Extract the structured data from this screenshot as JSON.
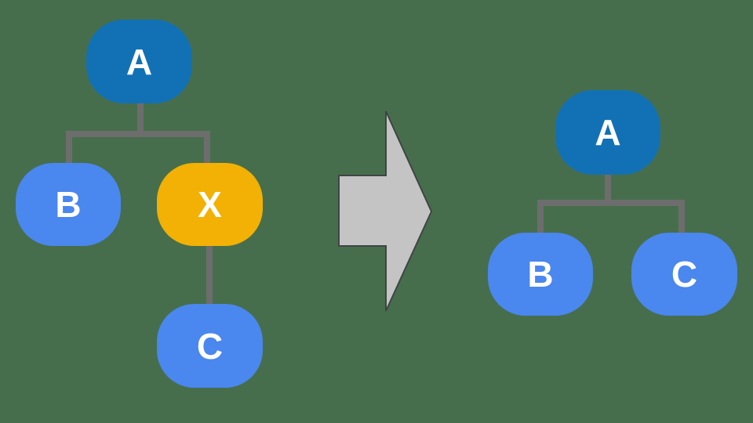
{
  "colors": {
    "bg": "#476e4c",
    "root": "#1271b5",
    "child": "#4a87ee",
    "removed": "#f2b104",
    "connector": "#6d6d6d",
    "arrow_fill": "#c4c4c4",
    "arrow_stroke": "#404446",
    "label": "#ffffff"
  },
  "before": {
    "a": "A",
    "b": "B",
    "x": "X",
    "c": "C"
  },
  "after": {
    "a": "A",
    "b": "B",
    "c": "C"
  }
}
